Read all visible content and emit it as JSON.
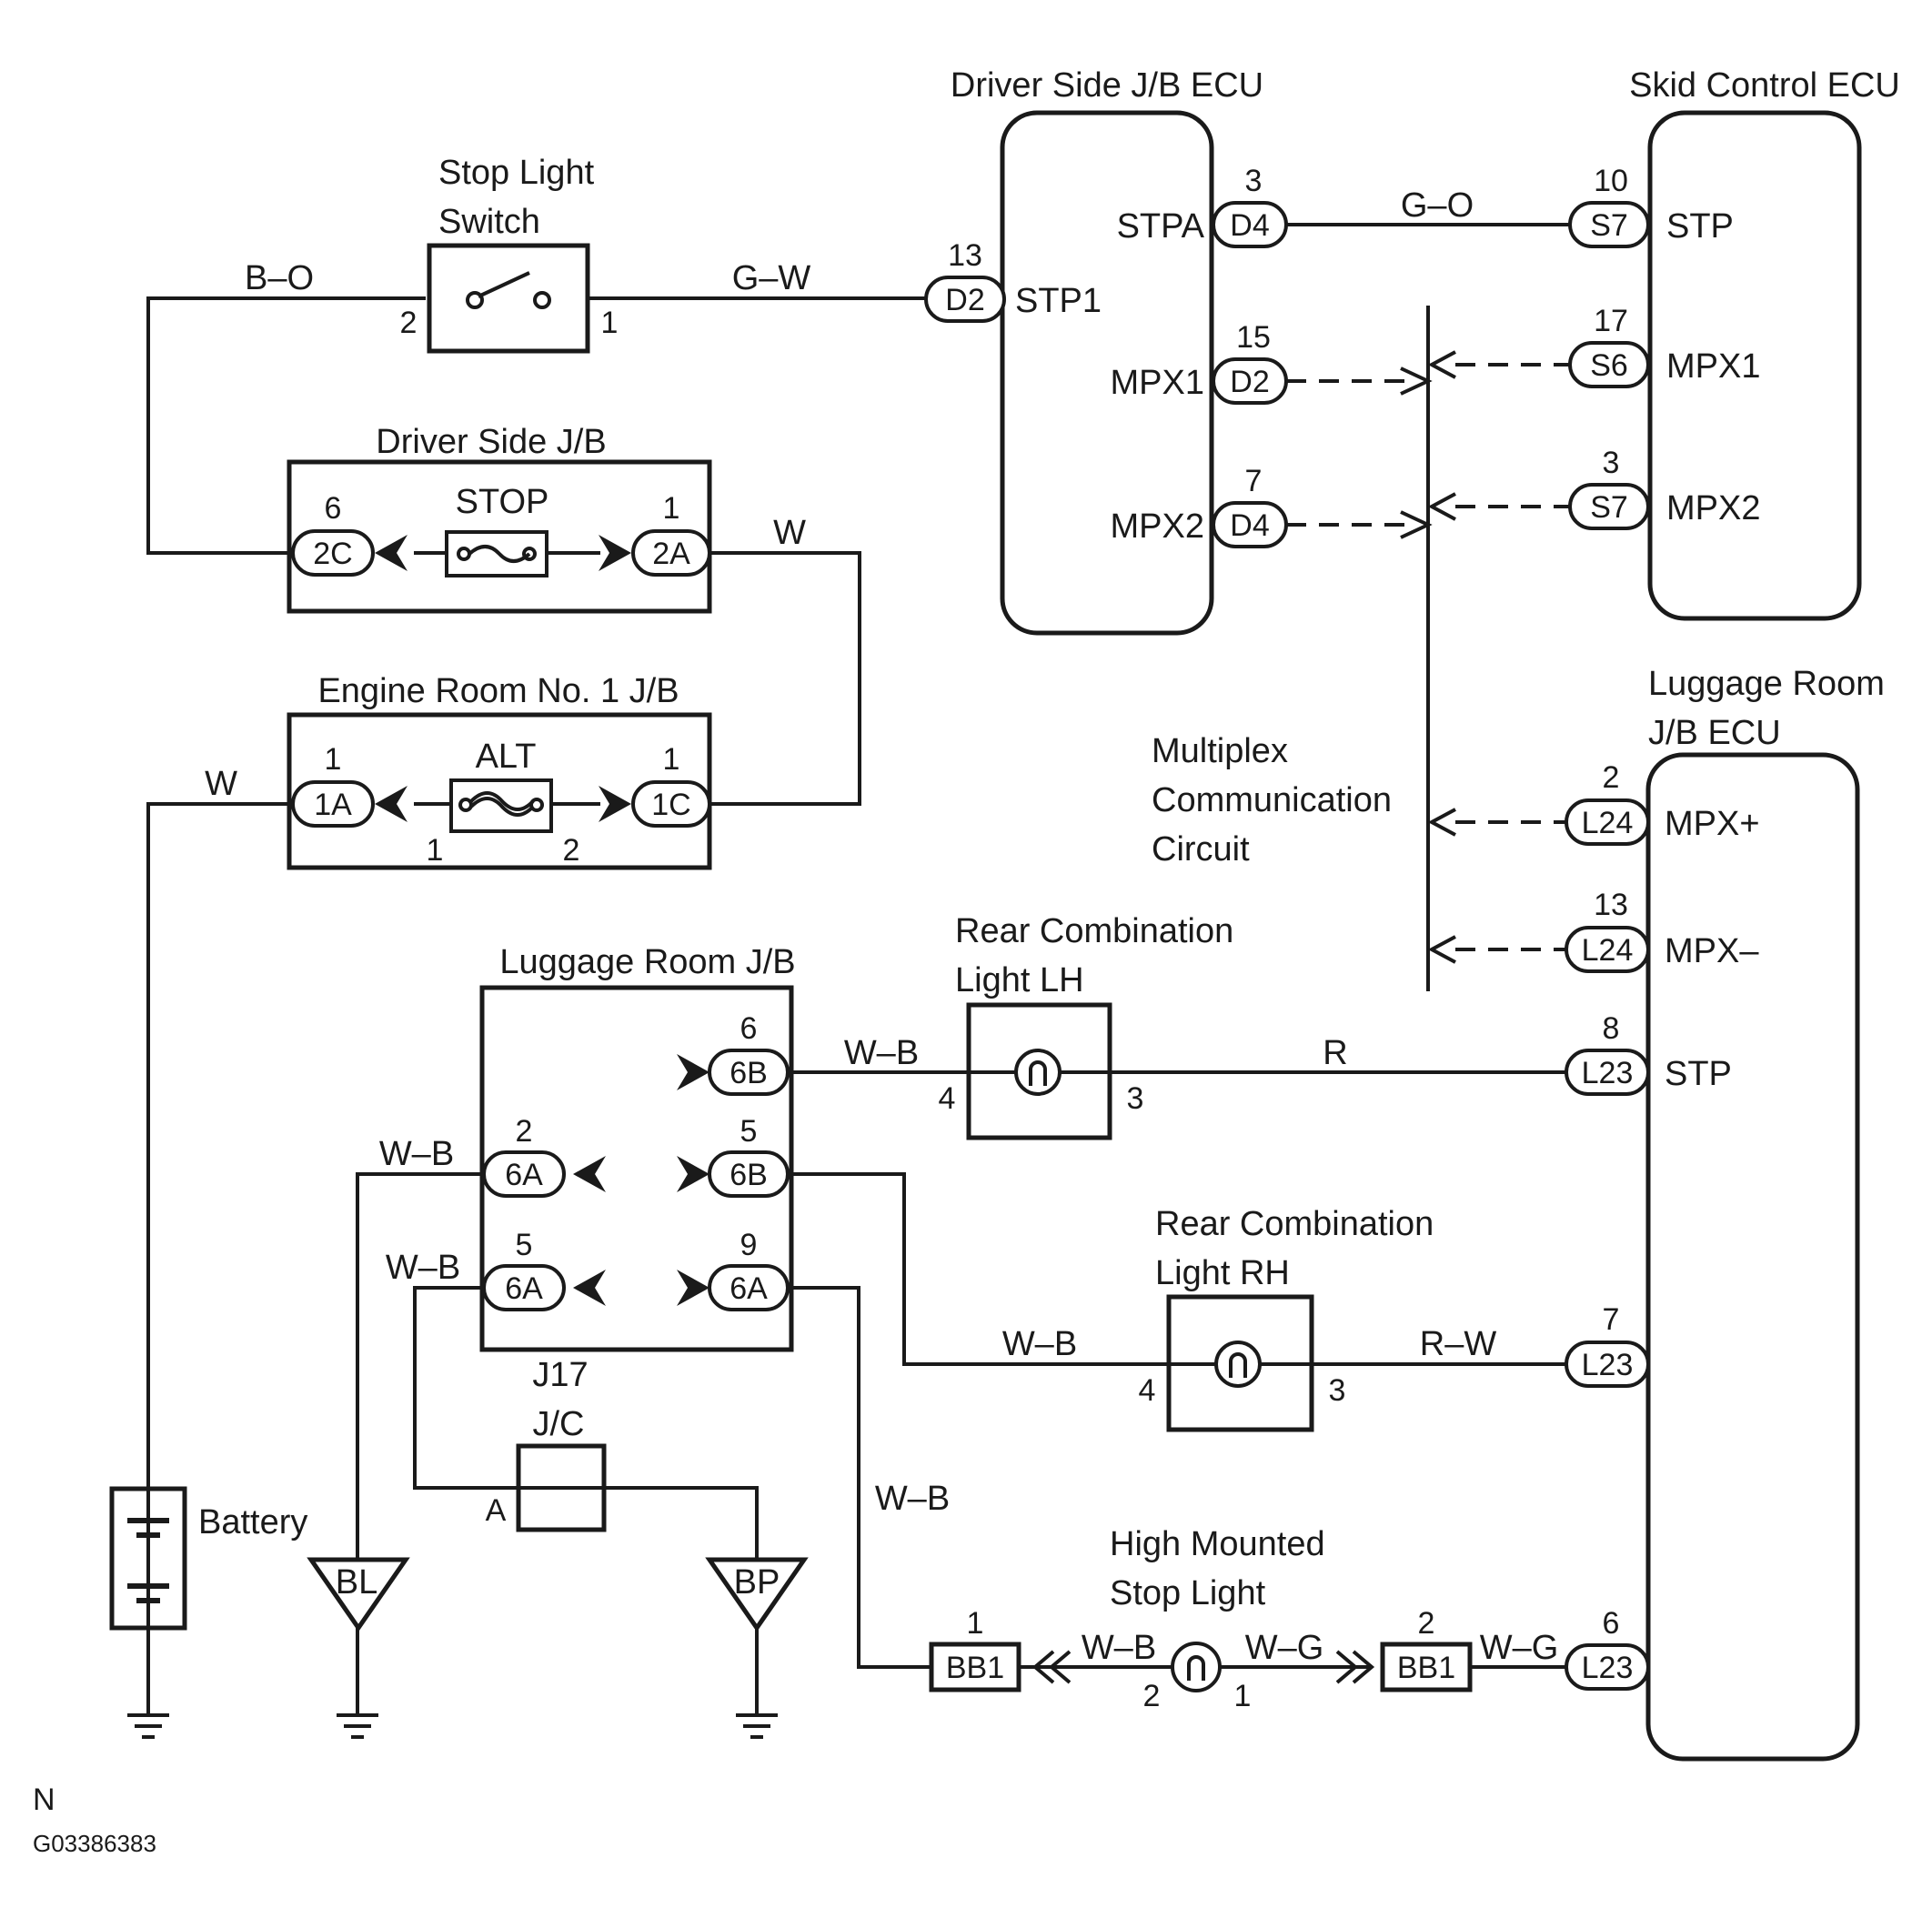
{
  "components": {
    "driver_jb_ecu": "Driver Side J/B ECU",
    "skid_ecu": "Skid Control ECU",
    "stop_switch_1": "Stop Light",
    "stop_switch_2": "Switch",
    "driver_jb": "Driver Side J/B",
    "engine_jb": "Engine Room No. 1 J/B",
    "luggage_jb": "Luggage Room J/B",
    "luggage_ecu_1": "Luggage Room",
    "luggage_ecu_2": "J/B ECU",
    "multiplex_1": "Multiplex",
    "multiplex_2": "Communication",
    "multiplex_3": "Circuit",
    "rear_lh_1": "Rear Combination",
    "rear_lh_2": "Light LH",
    "rear_rh_1": "Rear Combination",
    "rear_rh_2": "Light RH",
    "hmsl_1": "High Mounted",
    "hmsl_2": "Stop Light",
    "battery": "Battery",
    "jc_id": "J17",
    "jc": "J/C",
    "fuse_stop": "STOP",
    "fuse_alt": "ALT"
  },
  "terminals": {
    "stpa": "STPA",
    "stp1": "STP1",
    "mpx1_l": "MPX1",
    "mpx2_l": "MPX2",
    "stp_s": "STP",
    "mpx1_r": "MPX1",
    "mpx2_r": "MPX2",
    "mpx_plus": "MPX+",
    "mpx_minus": "MPX–",
    "stp_l": "STP"
  },
  "wires": {
    "bo": "B–O",
    "gw": "G–W",
    "go": "G–O",
    "w1": "W",
    "w2": "W",
    "wb1": "W–B",
    "wb2": "W–B",
    "wb3": "W–B",
    "wb4": "W–B",
    "wb5": "W–B",
    "wb6": "W–B",
    "r": "R",
    "rw": "R–W",
    "wg1": "W–G",
    "wg2": "W–G"
  },
  "connectors": [
    {
      "id": "D2",
      "pin": "13"
    },
    {
      "id": "D4",
      "pin": "3"
    },
    {
      "id": "D2",
      "pin": "15"
    },
    {
      "id": "D4",
      "pin": "7"
    },
    {
      "id": "S7",
      "pin": "10"
    },
    {
      "id": "S6",
      "pin": "17"
    },
    {
      "id": "S7",
      "pin": "3"
    },
    {
      "id": "2C",
      "pin": "6"
    },
    {
      "id": "2A",
      "pin": "1"
    },
    {
      "id": "1A",
      "pin": "1"
    },
    {
      "id": "1C",
      "pin": "1"
    },
    {
      "id": "L24",
      "pin": "2"
    },
    {
      "id": "L24",
      "pin": "13"
    },
    {
      "id": "L23",
      "pin": "8"
    },
    {
      "id": "L23",
      "pin": "7"
    },
    {
      "id": "L23",
      "pin": "6"
    },
    {
      "id": "6B",
      "pin": "6"
    },
    {
      "id": "6B",
      "pin": "5"
    },
    {
      "id": "6A",
      "pin": "9"
    },
    {
      "id": "6A",
      "pin": "2"
    },
    {
      "id": "6A",
      "pin": "5"
    },
    {
      "id": "BB1",
      "pin": "1"
    },
    {
      "id": "BB1",
      "pin": "2"
    }
  ],
  "pins": {
    "sw_2": "2",
    "sw_1": "1",
    "alt_1": "1",
    "alt_2": "2",
    "lh_4": "4",
    "lh_3": "3",
    "rh_4": "4",
    "rh_3": "3",
    "hm_2": "2",
    "hm_1": "1",
    "jc_a": "A"
  },
  "grounds": {
    "bl": "BL",
    "bp": "BP"
  },
  "footer": {
    "code": "N",
    "figure_id": "G03386383"
  }
}
